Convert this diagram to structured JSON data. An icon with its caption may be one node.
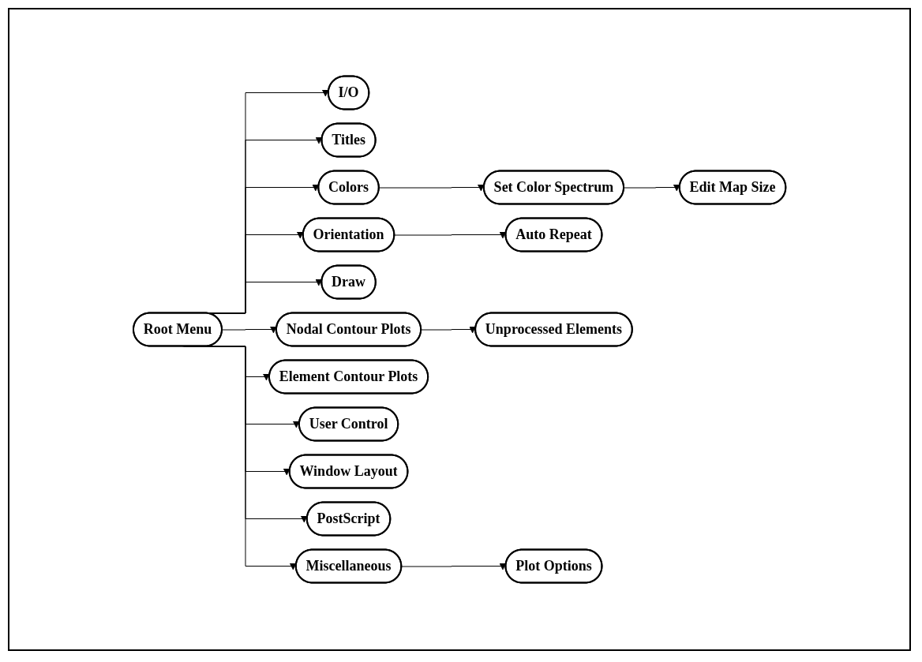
{
  "diagram": {
    "nodes": [
      {
        "text": [
          "Root Menu"
        ]
      },
      {
        "text": [
          "I/O"
        ]
      },
      {
        "text": [
          "Titles"
        ]
      },
      {
        "text": [
          "Colors"
        ]
      },
      {
        "text": [
          "Set Color Spectrum"
        ]
      },
      {
        "text": [
          "Edit Map Size"
        ]
      },
      {
        "text": [
          "Orientation"
        ]
      },
      {
        "text": [
          "Auto Repeat"
        ]
      },
      {
        "text": [
          "Draw"
        ]
      },
      {
        "text": [
          "Nodal Contour Plots"
        ]
      },
      {
        "text": [
          "Unprocessed Elements"
        ]
      },
      {
        "text": [
          "Element Contour Plots"
        ]
      },
      {
        "text": [
          "User Control"
        ]
      },
      {
        "text": [
          "Window Layout"
        ]
      },
      {
        "text": [
          "PostScript"
        ]
      },
      {
        "text": [
          "Miscellaneous"
        ]
      },
      {
        "text": [
          "Plot Options"
        ]
      }
    ],
    "edges": [
      {
        "from": 0,
        "to": 1,
        "arrow": "to"
      },
      {
        "from": 0,
        "to": 2,
        "arrow": "to"
      },
      {
        "from": 0,
        "to": 3,
        "arrow": "to"
      },
      {
        "from": 3,
        "to": 4,
        "arrow": "to"
      },
      {
        "from": 4,
        "to": 5,
        "arrow": "to"
      },
      {
        "from": 0,
        "to": 6,
        "arrow": "to"
      },
      {
        "from": 6,
        "to": 7,
        "arrow": "to"
      },
      {
        "from": 0,
        "to": 8,
        "arrow": "to"
      },
      {
        "from": 0,
        "to": 9,
        "arrow": "to"
      },
      {
        "from": 9,
        "to": 10,
        "arrow": "to"
      },
      {
        "from": 0,
        "to": 11,
        "arrow": "to"
      },
      {
        "from": 0,
        "to": 12,
        "arrow": "to"
      },
      {
        "from": 0,
        "to": 13,
        "arrow": "to"
      },
      {
        "from": 0,
        "to": 14,
        "arrow": "to"
      },
      {
        "from": 0,
        "to": 15,
        "arrow": "to"
      },
      {
        "from": 15,
        "to": 16,
        "arrow": "to"
      }
    ]
  }
}
